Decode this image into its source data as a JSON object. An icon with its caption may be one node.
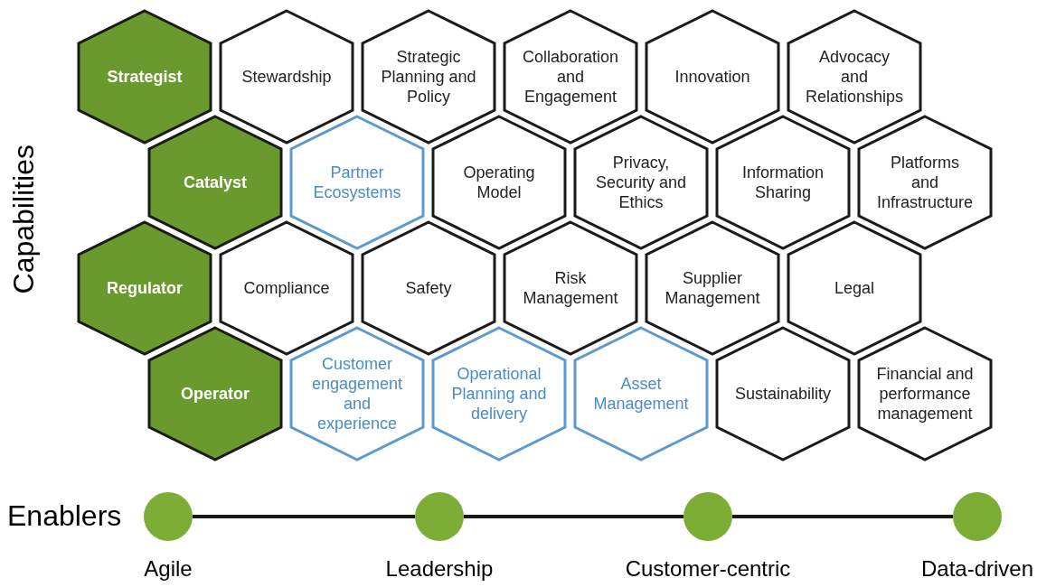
{
  "diagram": {
    "nodes": [
      {
        "text": [
          "Strategist"
        ]
      },
      {
        "text": [
          "Stewardship"
        ]
      },
      {
        "text": [
          "Strategic Planning and Policy"
        ]
      },
      {
        "text": [
          "Collaboration and Engagement"
        ]
      },
      {
        "text": [
          "Innovation"
        ]
      },
      {
        "text": [
          "Advocacy and Relationships"
        ]
      },
      {
        "text": [
          "Catalyst"
        ]
      },
      {
        "text": [
          "Partner Ecosystems"
        ]
      },
      {
        "text": [
          "Operating Model"
        ]
      },
      {
        "text": [
          "Privacy, Security and Ethics"
        ]
      },
      {
        "text": [
          "Information Sharing"
        ]
      },
      {
        "text": [
          "Platforms and Infrastructure"
        ]
      },
      {
        "text": [
          "Regulator"
        ]
      },
      {
        "text": [
          "Compliance"
        ]
      },
      {
        "text": [
          "Safety"
        ]
      },
      {
        "text": [
          "Risk Management"
        ]
      },
      {
        "text": [
          "Supplier Management"
        ]
      },
      {
        "text": [
          "Legal"
        ]
      },
      {
        "text": [
          "Operator"
        ]
      },
      {
        "text": [
          "Customer engagement and experience"
        ]
      },
      {
        "text": [
          "Operational Planning and delivery"
        ]
      },
      {
        "text": [
          "Asset Management"
        ]
      },
      {
        "text": [
          "Sustainability"
        ]
      },
      {
        "text": [
          "Financial and performance management"
        ]
      },
      {
        "text": [],
        "shape": "circle",
        "beside": [
          "Agile"
        ]
      },
      {
        "text": [],
        "shape": "circle",
        "beside": [
          "Leadership"
        ]
      },
      {
        "text": [],
        "shape": "circle",
        "beside": [
          "Customer-centric"
        ]
      },
      {
        "text": [],
        "shape": "circle",
        "beside": [
          "Data-driven"
        ]
      }
    ],
    "edges": [
      {
        "from": 24,
        "to": 25,
        "arrow": "none"
      },
      {
        "from": 25,
        "to": 26,
        "arrow": "none"
      },
      {
        "from": 26,
        "to": 27,
        "arrow": "none"
      }
    ],
    "labels": [
      "Capabilities",
      "Enablers"
    ]
  }
}
